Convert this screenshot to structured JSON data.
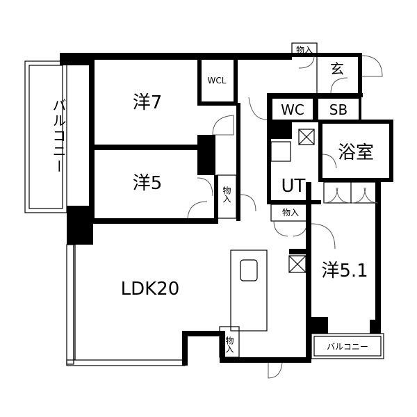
{
  "rooms": {
    "western_7": "洋7",
    "western_5": "洋5",
    "western_51": "洋5.1",
    "ldk": "LDK20",
    "bath": "浴室",
    "ut": "UT",
    "wc": "WC",
    "sb": "SB",
    "entrance": "玄",
    "wcl": "WCL"
  },
  "storage": {
    "top": "物入",
    "mid_left": "物入",
    "mid_right": "物入",
    "bottom": "物入"
  },
  "balconies": {
    "left": "バルコニー",
    "small": "バルコニー"
  }
}
